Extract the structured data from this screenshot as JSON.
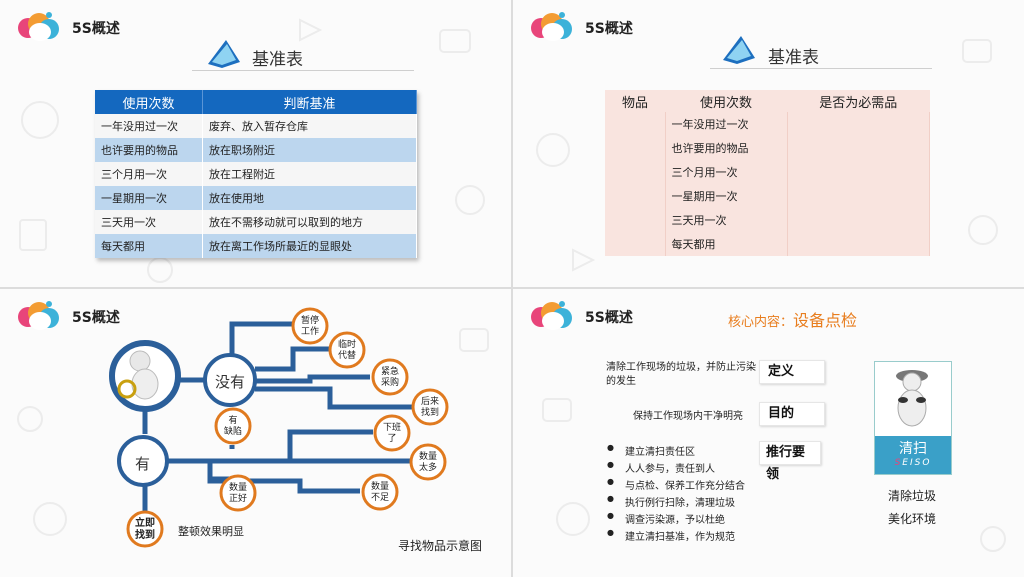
{
  "brand": "5S概述",
  "slide1": {
    "title": "基准表",
    "headers": [
      "使用次数",
      "判断基准"
    ],
    "rows": [
      [
        "一年没用过一次",
        "废弃、放入暂存仓库"
      ],
      [
        "也许要用的物品",
        "放在职场附近"
      ],
      [
        "三个月用一次",
        "放在工程附近"
      ],
      [
        "一星期用一次",
        "放在使用地"
      ],
      [
        "三天用一次",
        "放在不需移动就可以取到的地方"
      ],
      [
        "每天都用",
        "放在离工作场所最近的显眼处"
      ]
    ]
  },
  "slide2": {
    "title": "基准表",
    "headers": [
      "物品",
      "使用次数",
      "是否为必需品"
    ],
    "rows": [
      [
        "",
        "一年没用过一次",
        ""
      ],
      [
        "",
        "也许要用的物品",
        ""
      ],
      [
        "",
        "三个月用一次",
        ""
      ],
      [
        "",
        "一星期用一次",
        ""
      ],
      [
        "",
        "三天用一次",
        ""
      ],
      [
        "",
        "每天都用",
        ""
      ]
    ]
  },
  "slide3": {
    "no": "没有",
    "yes": "有",
    "nodes": {
      "pause": [
        "暂停",
        "工作"
      ],
      "temp": [
        "临时",
        "代替"
      ],
      "urgent": [
        "紧急",
        "采购"
      ],
      "later": [
        "后来",
        "找到"
      ],
      "off": [
        "下班",
        "了"
      ],
      "many": [
        "数量",
        "太多"
      ],
      "defect": [
        "有",
        "缺陷"
      ],
      "good": [
        "数量",
        "正好"
      ],
      "few": [
        "数量",
        "不足"
      ],
      "now": [
        "立即",
        "找到"
      ]
    },
    "effect": "整顿效果明显",
    "caption": "寻找物品示意图"
  },
  "slide4": {
    "core_label": "核心内容：",
    "core_value": "设备点检",
    "def_text": [
      "清除工作现场的垃圾，并防止污染",
      "的发生"
    ],
    "def_label": "定义",
    "goal_text": "保持工作现场内干净明亮",
    "goal_label": "目的",
    "key_label": "推行要领",
    "bullets": [
      "建立清扫责任区",
      "人人参与，责任到人",
      "与点检、保养工作充分结合",
      "执行例行扫除，清理垃圾",
      "调查污染源，予以杜绝",
      "建立清扫基准，作为规范"
    ],
    "card_cn": "清扫",
    "card_en_first": "S",
    "card_en_rest": "EISO",
    "slogan1": "清除垃圾",
    "slogan2": "美化环境"
  },
  "colors": {
    "accent_blue": "#1468bf",
    "row_blue": "#bcd6ee",
    "pink": "#f9e4df",
    "node_orange": "#e07a1f",
    "node_blue": "#2b5f9a",
    "title_orange": "#e87d1e",
    "card_blue": "#3aa0c8"
  }
}
